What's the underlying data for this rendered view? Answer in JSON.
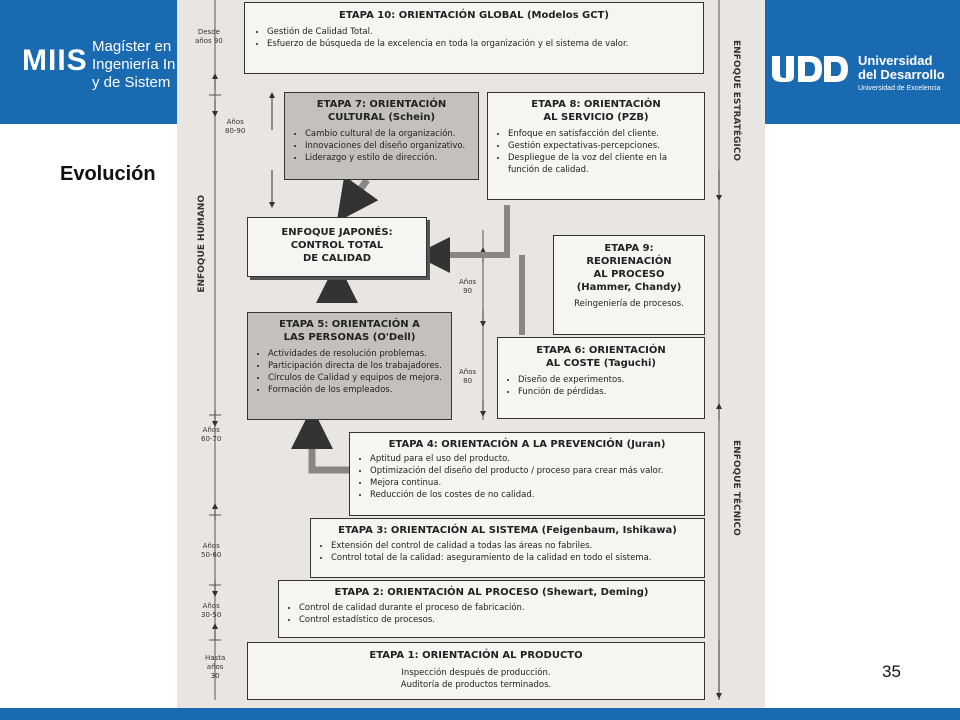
{
  "header": {
    "brand": "MIIS",
    "brand_sub": [
      "Magíster en",
      "Ingeniería In",
      "y de Sistem"
    ],
    "university": [
      "Universidad",
      "del Desarrollo"
    ],
    "university_tagline": "Universidad de Excelencia"
  },
  "slide": {
    "title": "Evolución",
    "page_number": "35"
  },
  "diagram": {
    "eras": {
      "e1": [
        "Desde",
        "años 90"
      ],
      "e2": [
        "Años",
        "80-90"
      ],
      "e3": [
        "Años",
        "90"
      ],
      "e4": [
        "Años",
        "80"
      ],
      "e5": [
        "Años",
        "60-70"
      ],
      "e6": [
        "Años",
        "50-60"
      ],
      "e7": [
        "Años",
        "30-50"
      ],
      "e8": [
        "Hasta",
        "años",
        "30"
      ]
    },
    "side_labels": {
      "left": "ENFOQUE HUMANO",
      "right_top": "ENFOQUE ESTRATÉGICO",
      "right_bottom": "ENFOQUE TÉCNICO"
    },
    "stages": {
      "s10": {
        "title": "ETAPA 10: ORIENTACIÓN GLOBAL (Modelos GCT)",
        "items": [
          "Gestión de Calidad Total.",
          "Esfuerzo de búsqueda de la excelencia en toda la organización y el sistema de valor."
        ]
      },
      "s7": {
        "title": [
          "ETAPA 7: ORIENTACIÓN",
          "CULTURAL (Schein)"
        ],
        "items": [
          "Cambio cultural de la organización.",
          "Innovaciones del diseño organizativo.",
          "Liderazgo y estilo de dirección."
        ]
      },
      "s8": {
        "title": [
          "ETAPA 8: ORIENTACIÓN",
          "AL SERVICIO (PZB)"
        ],
        "items": [
          "Enfoque en satisfacción del cliente.",
          "Gestión expectativas-percepciones.",
          "Despliegue de la voz del cliente en la función de calidad."
        ]
      },
      "jp": {
        "title": [
          "ENFOQUE JAPONÉS:",
          "CONTROL TOTAL",
          "DE CALIDAD"
        ]
      },
      "s9": {
        "title": [
          "ETAPA 9:",
          "REORIENACIÓN",
          "AL PROCESO",
          "(Hammer, Chandy)"
        ],
        "content": "Reingeniería de procesos."
      },
      "s5": {
        "title": [
          "ETAPA 5: ORIENTACIÓN A",
          "LAS PERSONAS (O'Dell)"
        ],
        "items": [
          "Actividades de resolución problemas.",
          "Participación directa de los trabajadores.",
          "Círculos de Calidad y equipos de mejora.",
          "Formación de los empleados."
        ]
      },
      "s6": {
        "title": [
          "ETAPA 6: ORIENTACIÓN",
          "AL COSTE (Taguchi)"
        ],
        "items": [
          "Diseño de experimentos.",
          "Función de pérdidas."
        ]
      },
      "s4": {
        "title": "ETAPA 4: ORIENTACIÓN A LA PREVENCIÓN (Juran)",
        "items": [
          "Aptitud para el uso del producto.",
          "Optimización del diseño del producto / proceso para crear más valor.",
          "Mejora continua.",
          "Reducción de los costes de no calidad."
        ]
      },
      "s3": {
        "title": "ETAPA 3: ORIENTACIÓN AL SISTEMA (Feigenbaum, Ishikawa)",
        "items": [
          "Extensión del control de calidad a todas las áreas no fabriles.",
          "Control total de la calidad: aseguramiento de la calidad en todo el sistema."
        ]
      },
      "s2": {
        "title": "ETAPA 2: ORIENTACIÓN AL PROCESO (Shewart, Deming)",
        "items": [
          "Control de calidad durante el proceso de fabricación.",
          "Control estadístico de procesos."
        ]
      },
      "s1": {
        "title": "ETAPA 1: ORIENTACIÓN AL PRODUCTO",
        "content": [
          "Inspección después de producción.",
          "Auditoría de productos terminados."
        ]
      }
    }
  },
  "colors": {
    "brand_blue": "#1a6ab2",
    "scan_background": "#e9e6e1",
    "dark_box": "#c4c1bc"
  }
}
